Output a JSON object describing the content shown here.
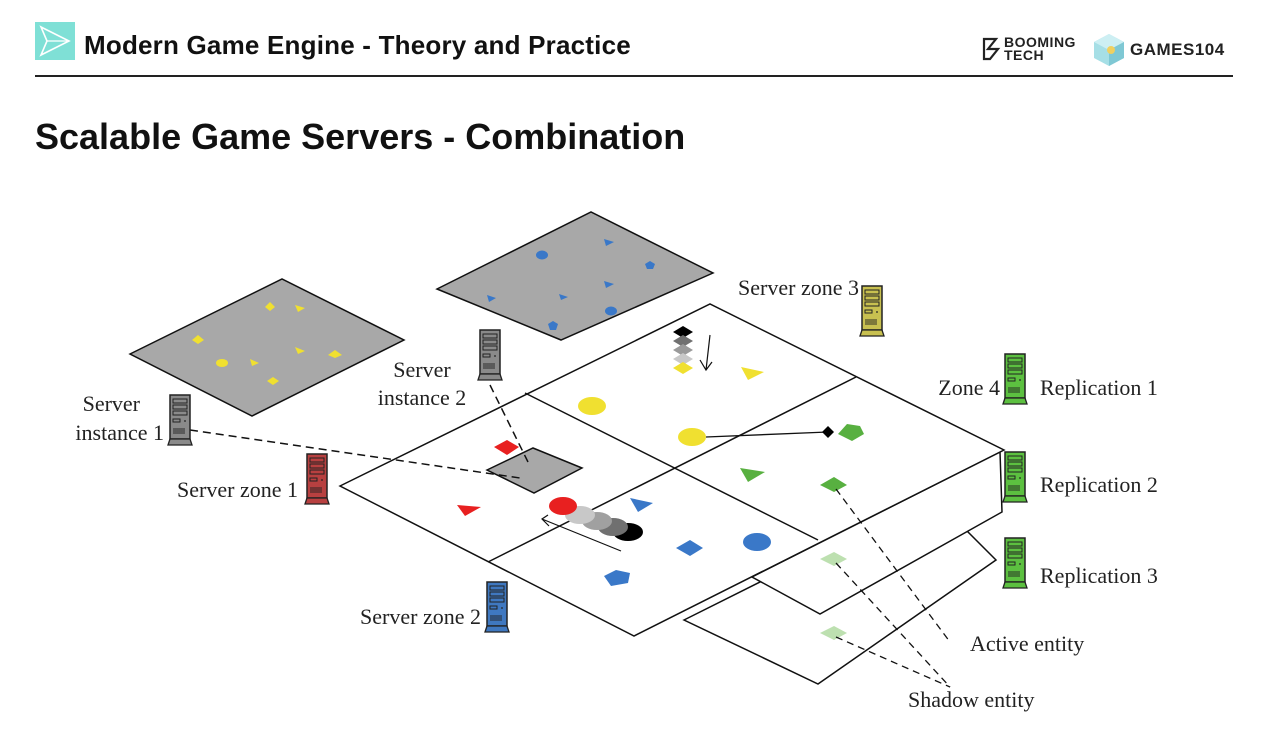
{
  "header": {
    "title": "Modern Game Engine - Theory and Practice",
    "brand_booming_line1": "BOOMING",
    "brand_booming_line2": "TECH",
    "brand_games": "GAMES104"
  },
  "slide": {
    "title": "Scalable Game Servers - Combination"
  },
  "diagram": {
    "labels": {
      "server_instance_1_line1": "Server",
      "server_instance_1_line2": "instance 1",
      "server_instance_2_line1": "Server",
      "server_instance_2_line2": "instance 2",
      "server_zone_1": "Server zone 1",
      "server_zone_2": "Server zone 2",
      "server_zone_3": "Server zone 3",
      "zone_4": "Zone 4",
      "replication_1": "Replication 1",
      "replication_2": "Replication 2",
      "replication_3": "Replication 3",
      "active_entity": "Active entity",
      "shadow_entity": "Shadow entity"
    },
    "colors": {
      "instance_server": "#8a8a8a",
      "zone1_server": "#b84040",
      "zone2_server": "#3f78c0",
      "zone3_server": "#c8c050",
      "zone4_server": "#5cc040",
      "yellow_entity": "#f0e030",
      "blue_entity": "#3a78c8",
      "red_entity": "#e82020",
      "green_entity": "#58b040",
      "shadow_entity": "#bde0b0",
      "instance_plane": "#a8a8a8"
    }
  }
}
